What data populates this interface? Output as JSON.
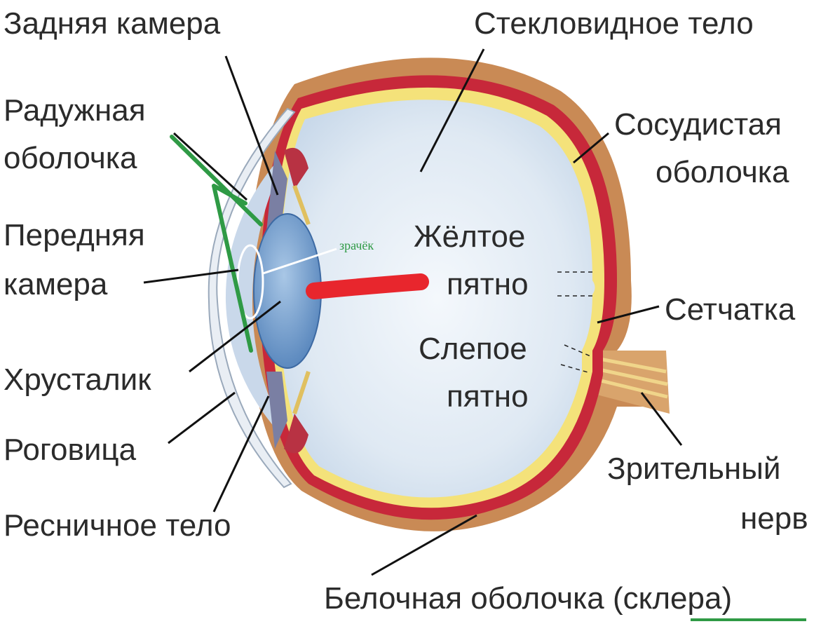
{
  "labels": {
    "posterior_chamber": "Задняя камера",
    "vitreous_body": "Стекловидное тело",
    "iris_1": "Радужная",
    "iris_2": "оболочка",
    "choroid_1": "Сосудистая",
    "choroid_2": "оболочка",
    "anterior_chamber_1": "Передняя",
    "anterior_chamber_2": "камера",
    "macula_1": "Жёлтое",
    "macula_2": "пятно",
    "retina": "Сетчатка",
    "blind_spot_1": "Слепое",
    "blind_spot_2": "пятно",
    "lens": "Хрусталик",
    "cornea": "Роговица",
    "optic_nerve_1": "Зрительный",
    "optic_nerve_2": "нерв",
    "ciliary_body": "Ресничное тело",
    "sclera_prefix": "Белочная оболочка (",
    "sclera_word": "склера",
    "sclera_suffix": ")",
    "pupil_note": "зрачёк"
  },
  "colors": {
    "sclera": "#c98a55",
    "choroid": "#c7283a",
    "retina": "#f4e27a",
    "vitreous": "#dce8f2",
    "lens": "#6f9fd0",
    "annotation_green": "#2f9a45",
    "annotation_red": "#e8262d"
  }
}
